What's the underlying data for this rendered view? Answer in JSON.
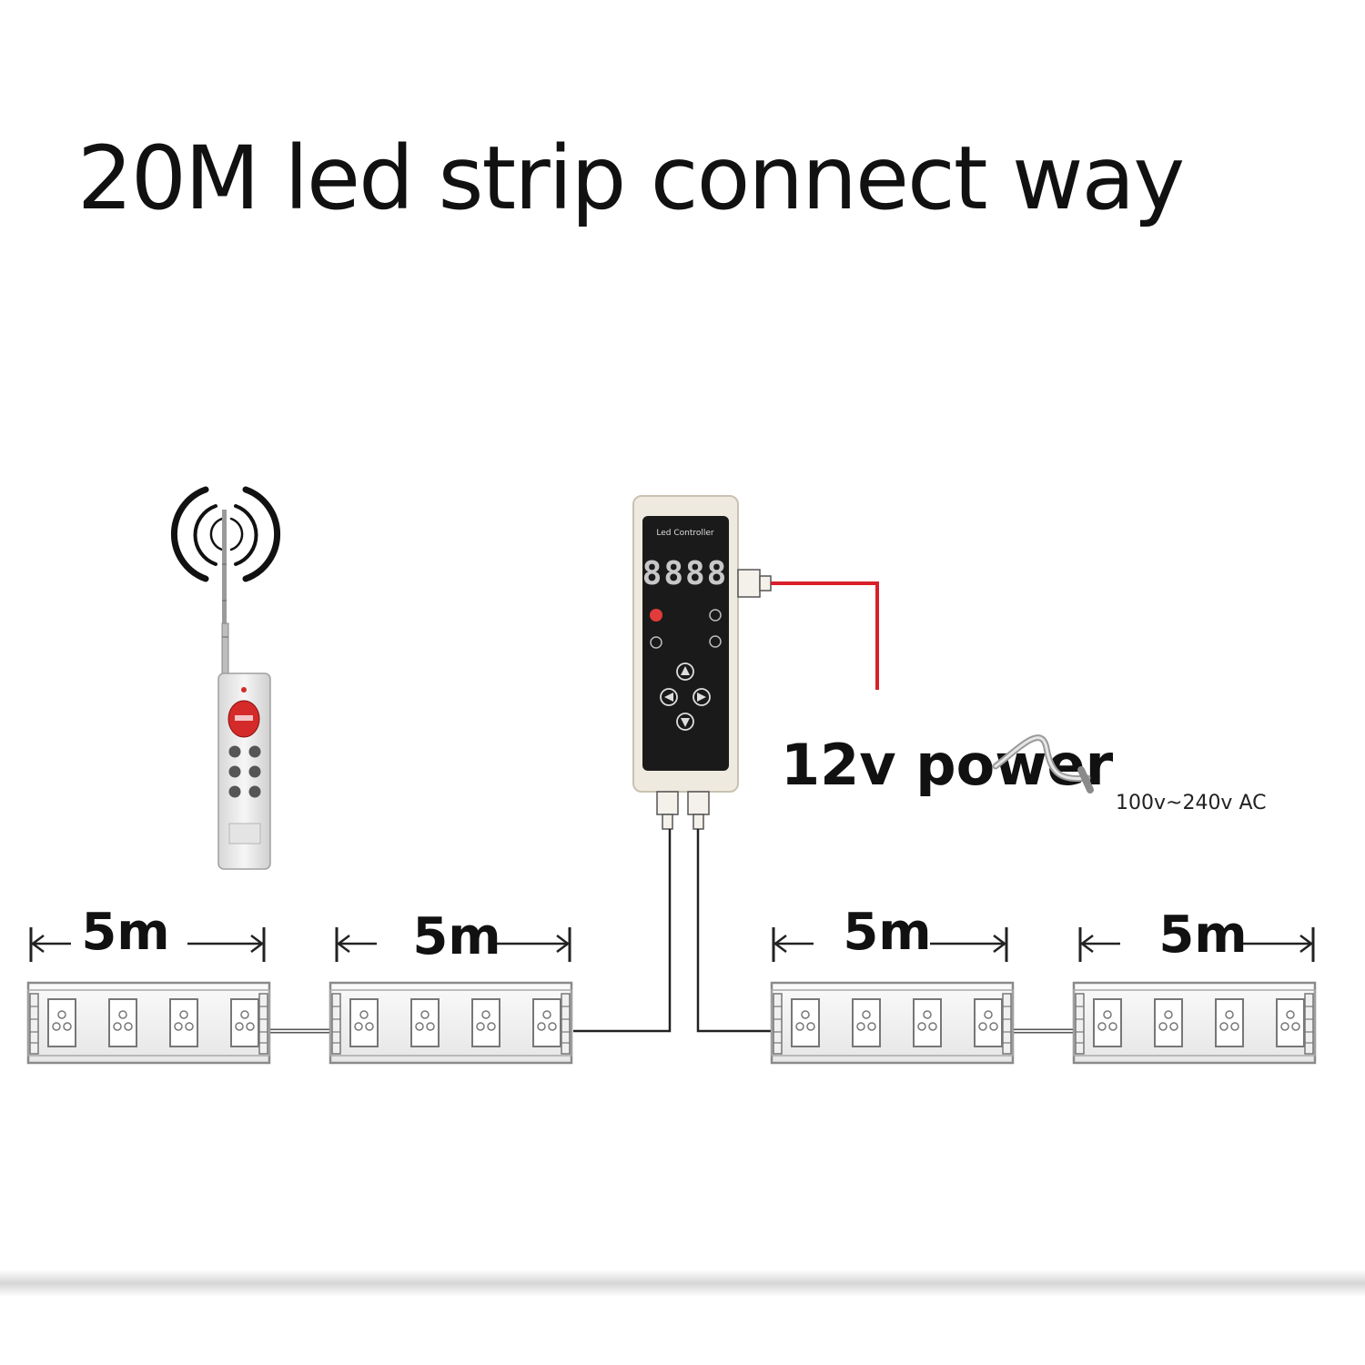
{
  "title": "20M led strip connect way",
  "strips": [
    {
      "label": "5m"
    },
    {
      "label": "5m"
    },
    {
      "label": "5m"
    },
    {
      "label": "5m"
    }
  ],
  "controller": {
    "title": "Led Controller",
    "display": "8888"
  },
  "power": {
    "label": "12v power",
    "input": "100v~240v AC"
  },
  "colors": {
    "power_wire": "#d8202a",
    "controller_face": "#1a1a1a",
    "remote_button": "#d42a2a"
  }
}
